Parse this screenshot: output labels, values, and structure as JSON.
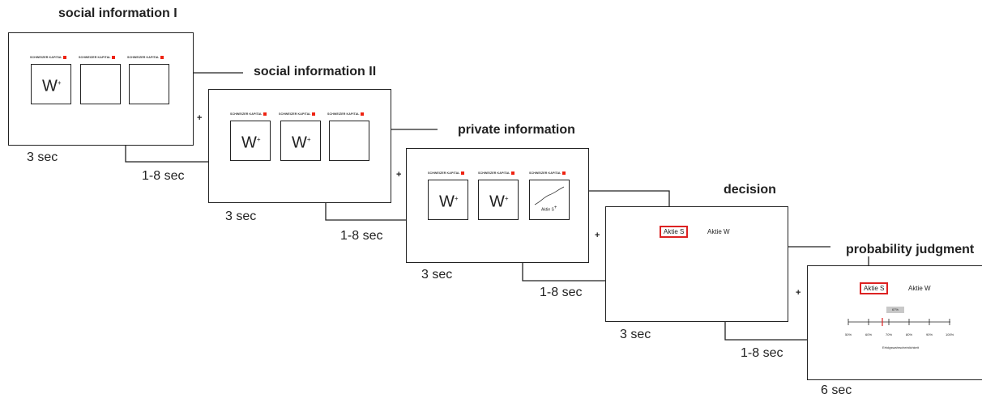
{
  "stages": [
    {
      "title": "social information I",
      "duration": "3 sec",
      "cards": [
        {
          "label": "SCHWEIZER KAPITAL",
          "symbol": "W",
          "superscript": "+"
        },
        {
          "label": "SCHWEIZER KAPITAL",
          "symbol": "",
          "superscript": ""
        },
        {
          "label": "SCHWEIZER KAPITAL",
          "symbol": "",
          "superscript": ""
        }
      ]
    },
    {
      "title": "social information II",
      "duration": "3 sec",
      "cards": [
        {
          "label": "SCHWEIZER KAPITAL",
          "symbol": "W",
          "superscript": "+"
        },
        {
          "label": "SCHWEIZER KAPITAL",
          "symbol": "W",
          "superscript": "+"
        },
        {
          "label": "SCHWEIZER KAPITAL",
          "symbol": "",
          "superscript": ""
        }
      ]
    },
    {
      "title": "private information",
      "duration": "3 sec",
      "cards": [
        {
          "label": "SCHWEIZER KAPITAL",
          "symbol": "W",
          "superscript": "+"
        },
        {
          "label": "SCHWEIZER KAPITAL",
          "symbol": "W",
          "superscript": "+"
        },
        {
          "label": "SCHWEIZER KAPITAL",
          "symbol": "Aktie S",
          "superscript": "+"
        }
      ]
    },
    {
      "title": "decision",
      "duration": "3 sec",
      "options": [
        "Aktie S",
        "Aktie W"
      ],
      "selected": "Aktie S"
    },
    {
      "title": "probability judgment",
      "duration": "6 sec",
      "options": [
        "Aktie S",
        "Aktie W"
      ],
      "selected": "Aktie S",
      "scale": {
        "value_label": "67%",
        "ticks": [
          "50%",
          "60%",
          "70%",
          "80%",
          "90%",
          "100%"
        ],
        "label": "Erfolgswahrscheinlichkeit"
      }
    }
  ],
  "intervals": [
    "1-8 sec",
    "1-8 sec",
    "1-8 sec",
    "1-8 sec"
  ],
  "fixation": "+",
  "colors": {
    "selection": "#dd2222",
    "line": "#222222"
  }
}
